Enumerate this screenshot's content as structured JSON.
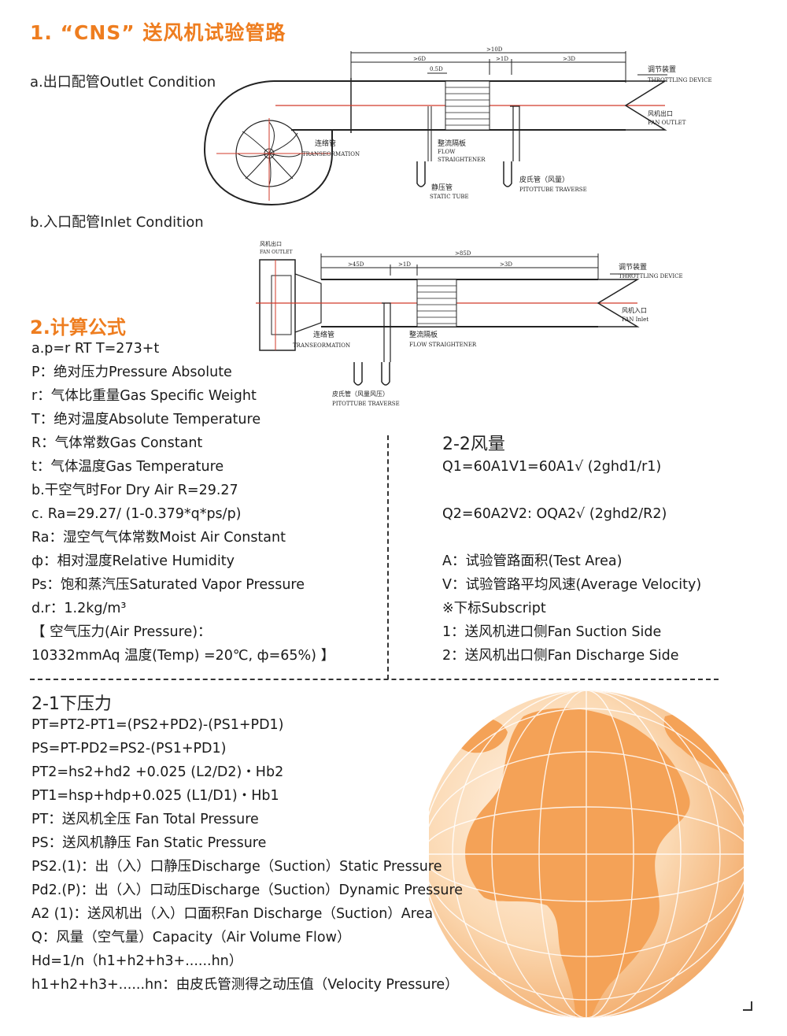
{
  "section1": {
    "title": "1. “CNS” 送风机试验管路",
    "outlet_label": "a.出口配管Outlet Condition",
    "inlet_label": "b.入口配管Inlet Condition"
  },
  "diagram_a": {
    "dim_10d": ">10D",
    "dim_6d": ">6D",
    "dim_05d": "0.5D",
    "dim_1d": ">1D",
    "dim_3d": ">3D",
    "throttle_cn": "调节装置",
    "throttle_en": "THROTTLING DEVICE",
    "outlet_cn": "风机出口",
    "outlet_en": "FAN OUTLET",
    "trans_cn": "连络管",
    "trans_en": "TRANSEORMATION",
    "flow_cn": "整流隔板",
    "flow_en1": "FLOW",
    "flow_en2": "STRAIGHTENER",
    "static_cn": "静压管",
    "static_en": "STATIC TUBE",
    "pitot_cn": "皮氏管（风量）",
    "pitot_en": "PITOTTUBE TRAVERSE"
  },
  "diagram_b": {
    "fan_outlet_cn": "风机出口",
    "fan_outlet_en": "FAN OUTLET",
    "dim_45d": ">45D",
    "dim_1d": ">1D",
    "dim_85d": ">85D",
    "dim_3d": ">3D",
    "throttle_cn": "调节装置",
    "throttle_en": "THROTTLING DEVICE",
    "inlet_cn": "风机入口",
    "inlet_en": "FAN Inlet",
    "trans_cn": "连络管",
    "trans_en": "TRANSEORMATION",
    "flow_cn": "整流隔板",
    "flow_en": "FLOW STRAIGHTENER",
    "pitot_cn": "皮氏管（风量风压）",
    "pitot_en": "PITOTTUBE TRAVERSE"
  },
  "section2": {
    "title": "2.计算公式",
    "left_lines": [
      "a.p=r RT T=273+t",
      "P：绝对压力Pressure Absolute",
      "r：气体比重量Gas Specific Weight",
      "T：绝对温度Absolute Temperature",
      "R：气体常数Gas Constant",
      "t：气体温度Gas Temperature",
      "b.干空气时For Dry Air R=29.27",
      "c. Ra=29.27/ (1-0.379*q*ps/p)",
      "Ra：湿空气气体常数Moist Air Constant",
      "ф：相对湿度Relative Humidity",
      "Ps：饱和蒸汽压Saturated Vapor Pressure",
      "d.r：1.2kg/m³",
      "【 空气压力(Air Pressure)：",
      "10332mmAq  温度(Temp) =20℃, ф=65%) 】"
    ]
  },
  "section22": {
    "title": "2-2风量",
    "lines": [
      "Q1=60A1V1=60A1√ (2ghd1/r1)",
      "",
      "Q2=60A2V2: OQA2√ (2ghd2/R2)",
      "",
      "A：试验管路面积(Test Area)",
      "V：试验管路平均风速(Average Velocity)",
      "※下标Subscript",
      "1：送风机进口侧Fan Suction Side",
      "2：送风机出口侧Fan Discharge Side"
    ]
  },
  "section21": {
    "title": "2-1下压力",
    "lines": [
      "PT=PT2-PT1=(PS2+PD2)-(PS1+PD1)",
      "PS=PT-PD2=PS2-(PS1+PD1)",
      "PT2=hs2+hd2 +0.025 (L2/D2)・Hb2",
      "PT1=hsp+hdp+0.025 (L1/D1)・Hb1",
      "PT：送风机全压 Fan Total Pressure",
      "PS：送风机静压 Fan Static Pressure",
      "PS2.(1)：出（入）口静压Discharge（Suction）Static Pressure",
      "Pd2.(P)：出（入）口动压Discharge（Suction）Dynamic Pressure",
      "A2 (1)：送风机出（入）口面积Fan Discharge（Suction）Area",
      "Q：风量（空气量）Capacity（Air Volume Flow）",
      "Hd=1/n（h1+h2+h3+......hn）",
      "h1+h2+h3+......hn：由皮氏管测得之动压值（Velocity Pressure）"
    ]
  },
  "colors": {
    "accent": "#ee7d1f",
    "globe_ocean": "#fbdcb8",
    "globe_land": "#f4a257"
  }
}
